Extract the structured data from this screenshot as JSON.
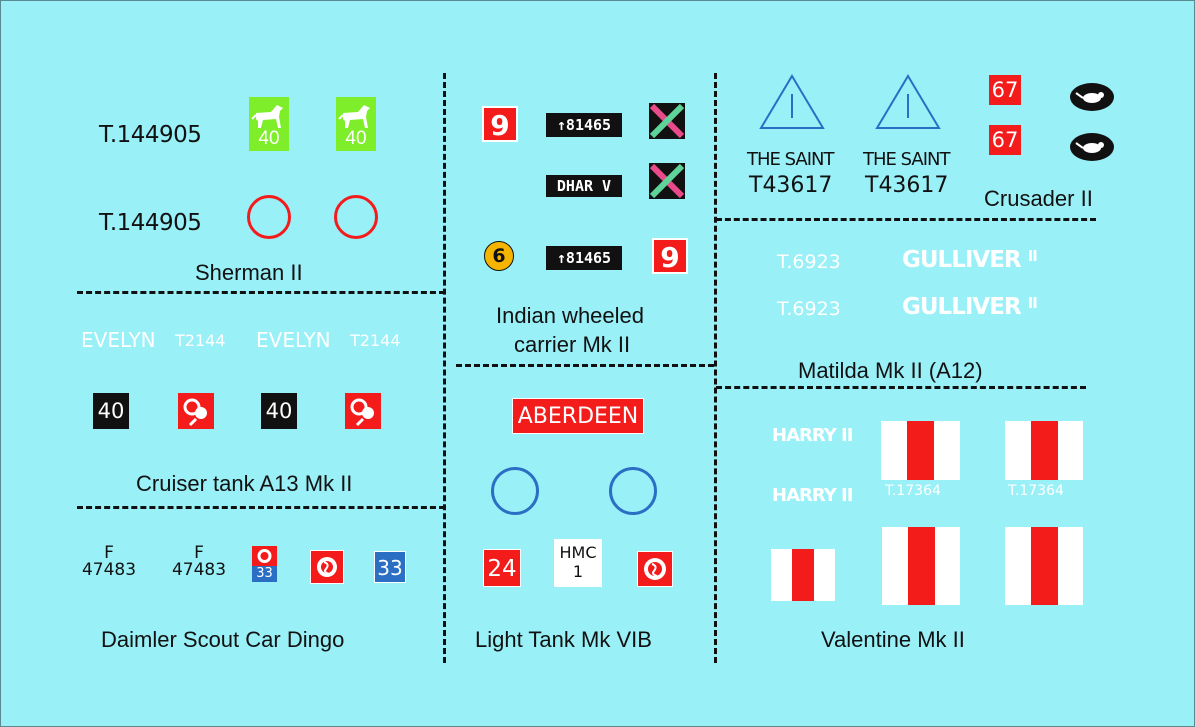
{
  "sherman": {
    "label": "Sherman II",
    "serial_1": "T.144905",
    "serial_2": "T.144905",
    "badge_number": "40"
  },
  "indian_carrier": {
    "label_line1": "Indian wheeled",
    "label_line2": "carrier Mk II",
    "red_number": "9",
    "plate_1": "↑81465",
    "plate_2": "↑81465",
    "name_plate": "DHAR V",
    "yellow_number": "6"
  },
  "crusader": {
    "label": "Crusader II",
    "name_1": "THE SAINT",
    "serial_1": "T43617",
    "name_2": "THE SAINT",
    "serial_2": "T43617",
    "number": "67"
  },
  "matilda": {
    "label": "Matilda Mk II (A12)",
    "serial": "T.6923",
    "name": "GULLIVER",
    "suffix": "II"
  },
  "cruiser_a13": {
    "label": "Cruiser tank A13 Mk II",
    "name": "EVELYN",
    "serial": "T2144",
    "number": "40"
  },
  "light_tank": {
    "label": "Light Tank Mk VIB",
    "name": "ABERDEEN",
    "number": "24",
    "hmc_line1": "HMC",
    "hmc_line2": "1"
  },
  "valentine": {
    "label": "Valentine Mk II",
    "name": "HARRY II",
    "serial": "T.17364"
  },
  "dingo": {
    "label": "Daimler Scout Car Dingo",
    "reg_letter": "F",
    "reg_number": "47483",
    "number": "33"
  },
  "colors": {
    "background": "#99f0f7",
    "red": "#f41b1b",
    "green": "#7fee2a",
    "blue": "#2b6fc4",
    "yellow": "#f5b400"
  }
}
